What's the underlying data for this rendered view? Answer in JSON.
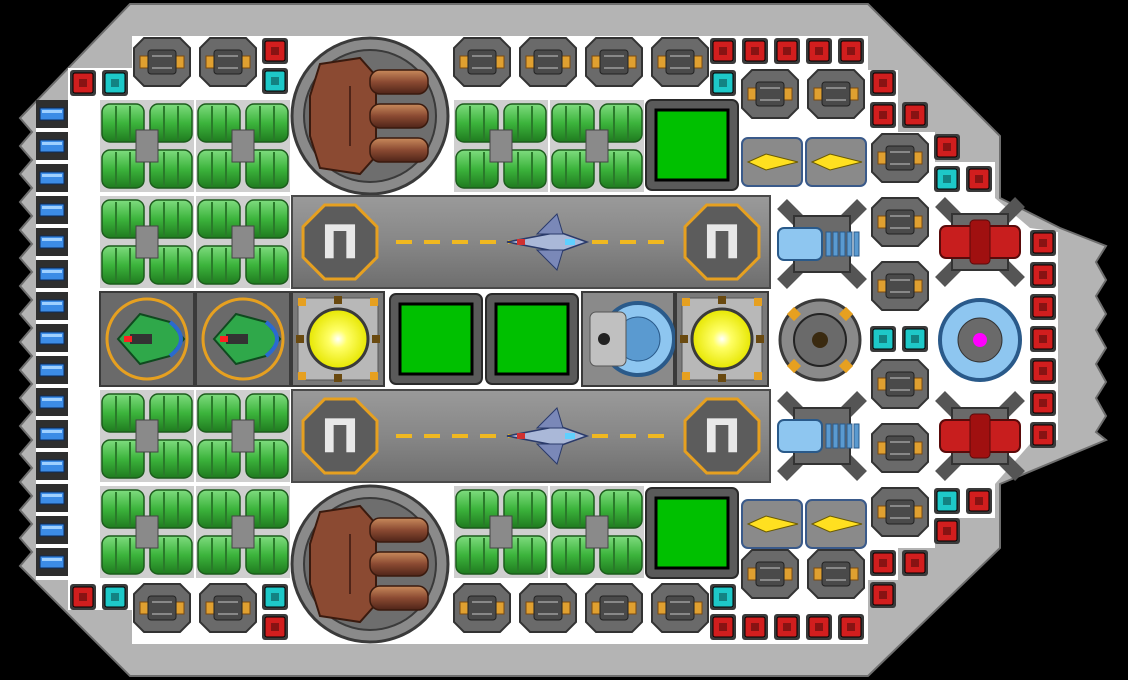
{
  "scene": {
    "type": "ship-blueprint",
    "background_color": "#000000",
    "hull_color": "#b4b4b4",
    "deck_color": "#ffffff",
    "accent_colors": {
      "red_block": "#d21e1e",
      "cyan_block": "#1ec8c8",
      "green_tank": "#3cb43c",
      "green_screen": "#00c000",
      "yellow_light": "#ffff00",
      "orange_frame": "#e6a020",
      "magenta_core": "#ff00ff",
      "blue_panel": "#3c8ce6"
    },
    "helipad_marking": "Π",
    "modules": {
      "hangar_bays": 2,
      "parked_fighters": 2,
      "green_fighters": 2,
      "core_turrets": 2,
      "green_screens": 4,
      "yellow_lights": 2,
      "blue_exhausts": 15
    }
  }
}
